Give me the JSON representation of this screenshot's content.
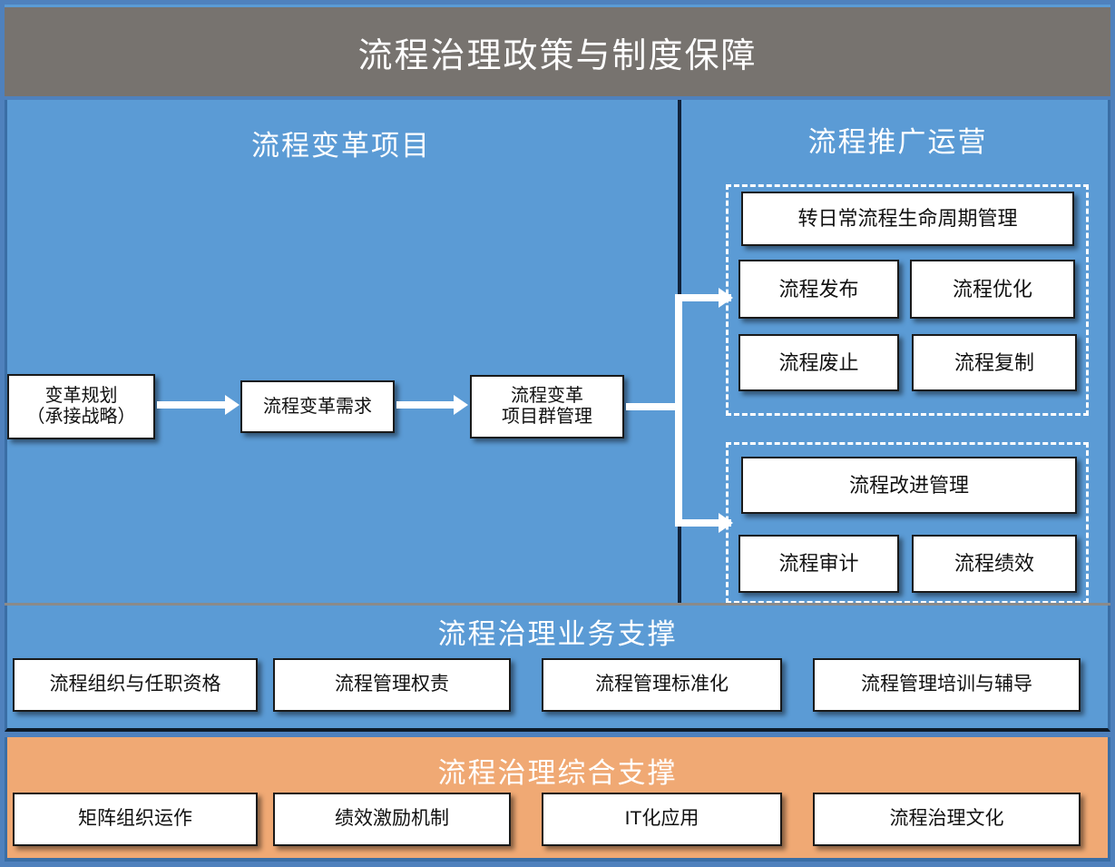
{
  "header": {
    "title": "流程治理政策与制度保障"
  },
  "panels": {
    "left_title": "流程变革项目",
    "right_title": "流程推广运营"
  },
  "flow_chain": [
    {
      "name": "change-planning",
      "line1": "变革规划",
      "line2": "（承接战略）"
    },
    {
      "name": "change-demand",
      "line1": "流程变革需求",
      "line2": ""
    },
    {
      "name": "program-management",
      "line1": "流程变革",
      "line2": "项目群管理"
    }
  ],
  "groups": [
    {
      "name": "lifecycle-group",
      "header_box": "转日常流程生命周期管理",
      "items": [
        "流程发布",
        "流程优化",
        "流程废止",
        "流程复制"
      ]
    },
    {
      "name": "improvement-group",
      "header_box": "流程改进管理",
      "items": [
        "流程审计",
        "流程绩效"
      ]
    }
  ],
  "business_support": {
    "title": "流程治理业务支撑",
    "items": [
      "流程组织与任职资格",
      "流程管理权责",
      "流程管理标准化",
      "流程管理培训与辅导"
    ]
  },
  "comprehensive_support": {
    "title": "流程治理综合支撑",
    "items": [
      "矩阵组织运作",
      "绩效激励机制",
      "IT化应用",
      "流程治理文化"
    ]
  },
  "colors": {
    "header_gray": "#77736f",
    "panel_blue": "#5b9bd5",
    "support_orange": "#f0a974",
    "box_white": "#ffffff",
    "outline_black": "#1a1a1a",
    "connector_white": "#ffffff"
  }
}
